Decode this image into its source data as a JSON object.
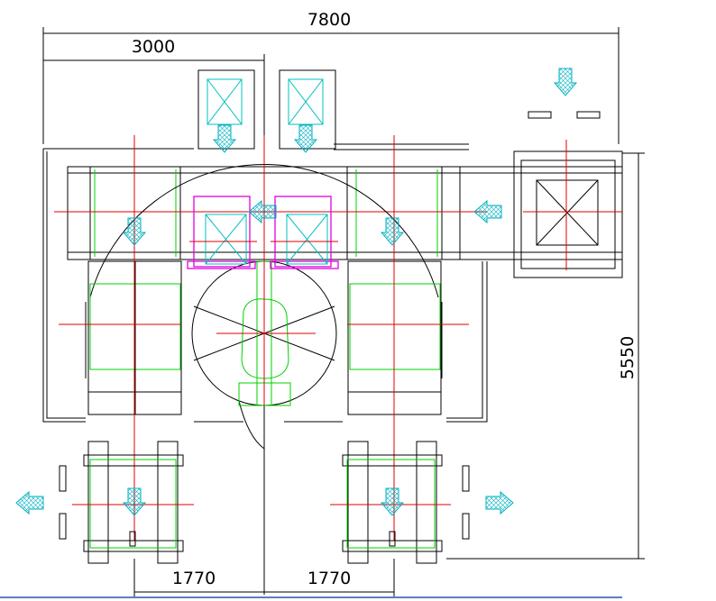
{
  "dimensions": {
    "overall_width": "7800",
    "left_width": "3000",
    "overall_depth": "5550",
    "left_offset": "1770",
    "right_offset": "1770"
  },
  "colors": {
    "centerline": "#e00000",
    "equipment": "#00d000",
    "pallet": "#e000e0",
    "flow": "#00c0c0"
  }
}
